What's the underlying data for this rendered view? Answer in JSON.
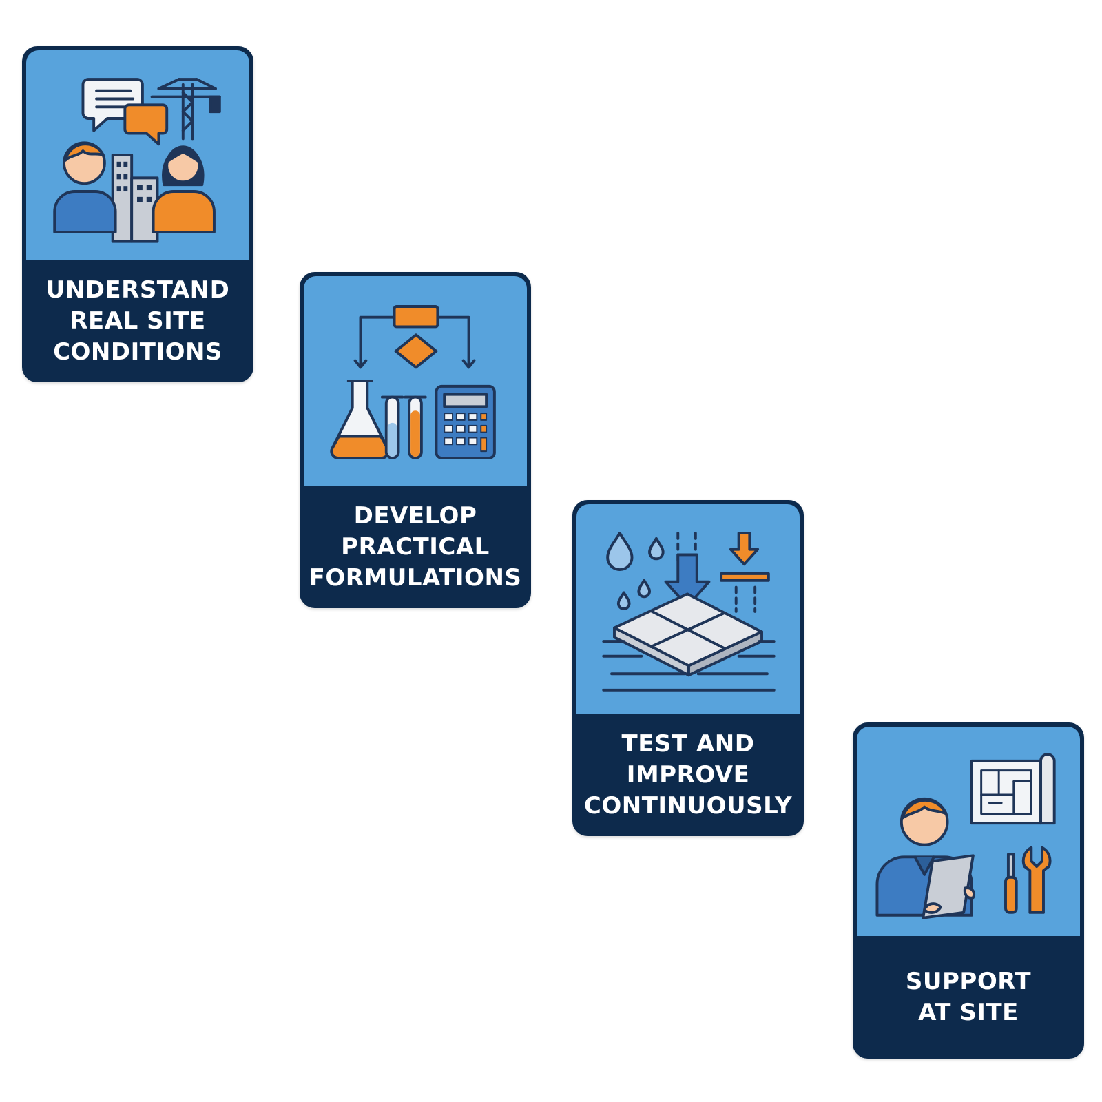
{
  "colors": {
    "card_top_blue": "#58a3dc",
    "card_bottom_navy": "#0d2a4c",
    "accent_orange": "#f08c2a",
    "icon_outline": "#1f3558",
    "text_white": "#ffffff"
  },
  "cards": [
    {
      "icon": "people-consulting-construction-icon",
      "lines": [
        "UNDERSTAND",
        "REAL SITE",
        "CONDITIONS"
      ]
    },
    {
      "icon": "lab-flowchart-calculator-icon",
      "lines": [
        "DEVELOP",
        "PRACTICAL",
        "FORMULATIONS"
      ]
    },
    {
      "icon": "water-pressure-tile-test-icon",
      "lines": [
        "TEST AND",
        "IMPROVE",
        "CONTINUOUSLY"
      ]
    },
    {
      "icon": "site-support-technician-icon",
      "lines": [
        "SUPPORT",
        "AT SITE"
      ]
    }
  ]
}
